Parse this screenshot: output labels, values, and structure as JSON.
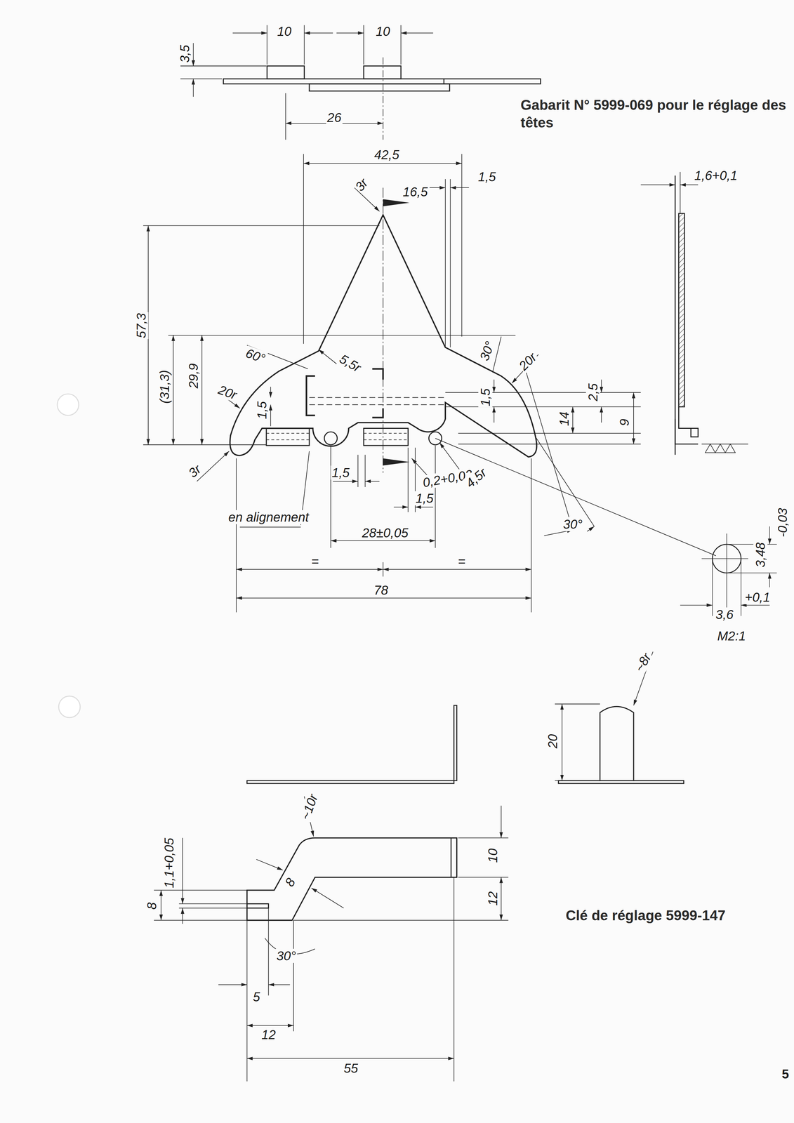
{
  "diagram": {
    "title": "Gabarit N° 5999-069 pour le réglage des têtes",
    "labels": [
      "3,5",
      "10",
      "10",
      "26",
      "42,5",
      "3r",
      "16,5",
      "1,5",
      "1,6+0,1",
      "57,3",
      "(31,3)",
      "29,9",
      "60°",
      "5,5r",
      "20r",
      "1,5",
      "30°",
      "20r",
      "1,5",
      "14",
      "2,5",
      "9",
      "3r",
      "1,5",
      "0,2+0,02",
      "4,5r",
      "1,5",
      "en alignement",
      "28±0,05",
      "30°",
      "=",
      "=",
      "78",
      "-0,03",
      "3,48",
      "3,6",
      "+0,1",
      "M2:1",
      "~8r",
      "20",
      "~10r",
      "1,1+0,05",
      "8",
      "8",
      "10",
      "12",
      "30°",
      "5",
      "12",
      "55",
      "Clé de réglage 5999-147",
      "5"
    ]
  }
}
